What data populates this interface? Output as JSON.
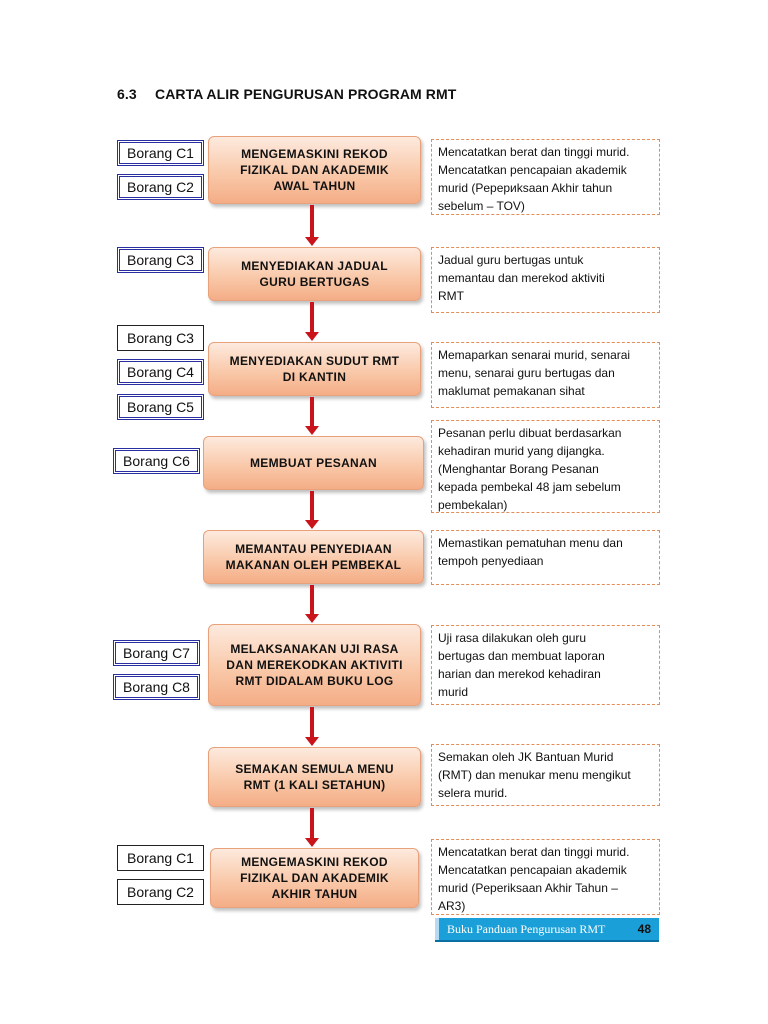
{
  "section": {
    "number": "6.3",
    "title": "CARTA ALIR PENGURUSAN PROGRAM RMT"
  },
  "steps": [
    {
      "label": "MENGEMASKINI REKOD\nFIZIKAL DAN AKADEMIK\nAWAL TAHUN",
      "note": "Mencatatkan berat dan tinggi murid.\nMencatatkan pencapaian akademik\nmurid (Pepериksaan Akhir tahun\nsebelum – TOV)",
      "forms": [
        "Borang C1",
        "Borang C2"
      ]
    },
    {
      "label": "MENYEDIAKAN JADUAL\nGURU BERTUGAS",
      "note": "Jadual guru bertugas untuk\nmemantau dan merekod aktiviti\nRMT",
      "forms": [
        "Borang C3"
      ]
    },
    {
      "label": "MENYEDIAKAN SUDUT RMT\nDI KANTIN",
      "note": "Memaparkan senarai murid, senarai\nmenu, senarai guru bertugas dan\nmaklumat pemakanan sihat",
      "forms": [
        "Borang C3",
        "Borang C4",
        "Borang C5"
      ]
    },
    {
      "label": "MEMBUAT PESANAN",
      "note": "Pesanan perlu dibuat berdasarkan\nkehadiran murid yang dijangka.\n(Menghantar Borang Pesanan\nkepada pembekal 48 jam sebelum\npembekalan)",
      "forms": [
        "Borang C6"
      ]
    },
    {
      "label": "MEMANTAU PENYEDIAAN\nMAKANAN OLEH PEMBEKAL",
      "note": "Memastikan pematuhan menu dan\ntempoh penyediaan",
      "forms": []
    },
    {
      "label": "MELAKSANAKAN UJI RASA\nDAN MEREKODKAN AKTIVITI\nRMT DIDALAM BUKU LOG",
      "note": "Uji rasa dilakukan oleh guru\nbertugas dan membuat laporan\nharian dan merekod kehadiran\nmurid",
      "forms": [
        "Borang C7",
        "Borang C8"
      ]
    },
    {
      "label": "SEMAKAN SEMULA MENU\nRMT (1 KALI SETAHUN)",
      "note": "Semakan oleh JK Bantuan Murid\n(RMT) dan menukar menu mengikut\nselera murid.",
      "forms": []
    },
    {
      "label": "MENGEMASKINI REKOD\nFIZIKAL DAN AKADEMIK\nAKHIR TAHUN",
      "note": "Mencatatkan berat dan tinggi murid.\nMencatatkan pencapaian akademik\nmurid (Peperiksaan Akhir Tahun –\nAR3)",
      "forms": [
        "Borang C1",
        "Borang C2"
      ]
    }
  ],
  "footer": {
    "text": "Buku Panduan Pengurusan RMT",
    "page": "48"
  }
}
